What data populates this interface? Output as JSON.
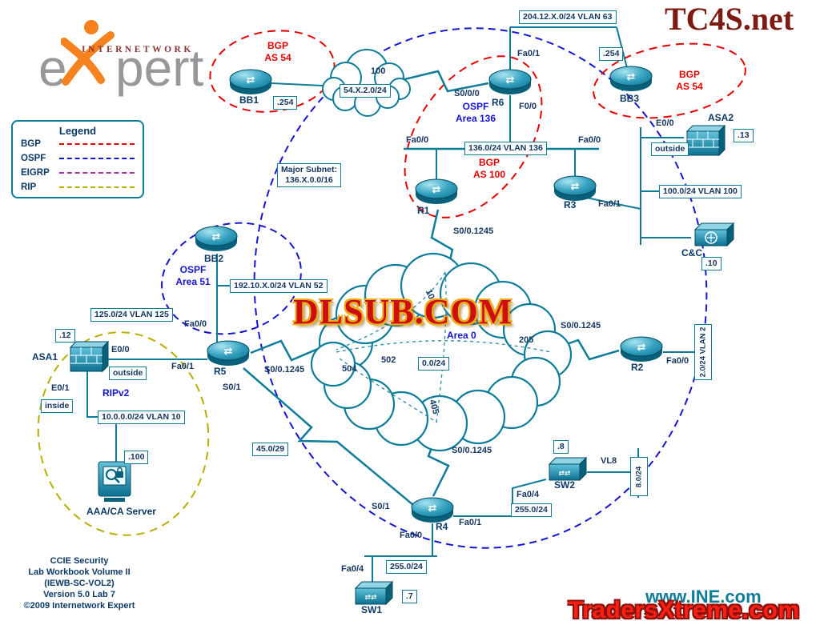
{
  "branding": {
    "tc4s": "TC4S.net",
    "dlsub": "DLSUB.COM",
    "ine": "www.INE.com",
    "traders": "TradersXtreme.com",
    "logo_word": "INTERNETWORK",
    "logo_e": "e",
    "logo_pert": "pert"
  },
  "legend": {
    "title": "Legend",
    "items": [
      {
        "label": "BGP",
        "color": "#e60000"
      },
      {
        "label": "OSPF",
        "color": "#1414d2"
      },
      {
        "label": "EIGRP",
        "color": "#a035a0"
      },
      {
        "label": "RIP",
        "color": "#b8ae00"
      }
    ]
  },
  "credits": [
    "CCIE Security",
    "Lab Workbook Volume II",
    "(IEWB-SC-VOL2)",
    "Version 5.0 Lab 7",
    "©2009 Internetwork Expert"
  ],
  "nodes": {
    "bb1": "BB1",
    "bb2": "BB2",
    "bb3": "BB3",
    "r1": "R1",
    "r2": "R2",
    "r3": "R3",
    "r4": "R4",
    "r5": "R5",
    "r6": "R6",
    "sw1": "SW1",
    "sw2": "SW2",
    "asa1": "ASA1",
    "asa2": "ASA2",
    "cc": "C&C",
    "aaa": "AAA/CA\nServer"
  },
  "areas": {
    "bgp54_left": "BGP\nAS 54",
    "bgp54_right": "BGP\nAS 54",
    "bgp100": "BGP\nAS 100",
    "ospf136": "OSPF\nArea 136",
    "ospf51": "OSPF\nArea 51",
    "area0": "Area 0",
    "ripv2": "RIPv2"
  },
  "subnets": {
    "vlan63": "204.12.X.0/24 VLAN 63",
    "fr54": "54.X.2.0/24",
    "major": "Major Subnet:\n136.X.0.0/16",
    "vlan136": "136.0/24 VLAN 136",
    "vlan100": "100.0/24 VLAN 100",
    "vlan52": "192.10.X.0/24 VLAN 52",
    "vlan125": "125.0/24 VLAN 125",
    "vlan10": "10.0.0.0/24 VLAN 10",
    "fr0": "0.0/24",
    "s45": "45.0/29",
    "vlan2": "2.0/24 VLAN 2",
    "vlan8": "8.0/24",
    "vlan255a": "255.0/24",
    "vlan255b": "255.0/24"
  },
  "ips": {
    "bb1": ".254",
    "bb3": ".254",
    "asa2": ".13",
    "cc": ".10",
    "asa1": ".12",
    "aaa": ".100",
    "sw2": ".8",
    "sw1": ".7"
  },
  "zones": {
    "asa2_outside": "outside",
    "asa1_outside": "outside",
    "asa1_inside": "inside"
  },
  "interfaces": {
    "r6_fa01": "Fa0/1",
    "r6_s000": "S0/0/0",
    "r6_f00": "F0/0",
    "v136_fa00_l": "Fa0/0",
    "v136_fa00_r": "Fa0/0",
    "r3_fa01": "Fa0/1",
    "asa2_e00": "E0/0",
    "r1_s0": "S0/0.1245",
    "bb2_fa00": "Fa0/0",
    "r5_fa01": "Fa0/1",
    "r5_s0": "S0/0.1245",
    "r5_s01": "S0/1",
    "asa1_e00": "E0/0",
    "asa1_e01": "E0/1",
    "r2_s0": "S0/0.1245",
    "r2_fa00": "Fa0/0",
    "r4_s0": "S0/0.1245",
    "r4_s01": "S0/1",
    "r4_fa01": "Fa0/1",
    "r4_fa00": "Fa0/0",
    "sw2_fa04": "Fa0/4",
    "sw2_vl8": "VL8",
    "sw1_fa04": "Fa0/4"
  },
  "dlci": {
    "c100": "100",
    "c105": "105",
    "c205": "205",
    "c502": "502",
    "c504": "504",
    "c405": "405"
  }
}
